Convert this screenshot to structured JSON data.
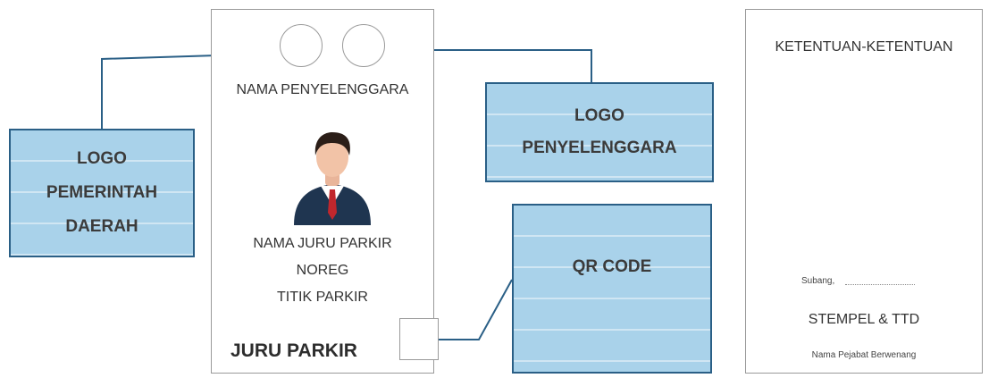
{
  "front_card": {
    "organizer_name": "NAMA PENYELENGGARA",
    "parking_attendant_name": "NAMA JURU PARKIR",
    "reg_number": "NOREG",
    "parking_point": "TITIK PARKIR",
    "card_title": "JURU PARKIR"
  },
  "callouts": {
    "regional_gov_logo": [
      "LOGO",
      "PEMERINTAH",
      "DAERAH"
    ],
    "organizer_logo": [
      "LOGO",
      "PENYELENGGARA"
    ],
    "qr_code": "QR CODE"
  },
  "back_card": {
    "title": "KETENTUAN-KETENTUAN",
    "place_date": "Subang,",
    "stamp_signature": "STEMPEL & TTD",
    "authorized_official": "Nama Pejabat Berwenang"
  },
  "colors": {
    "callout_fill": "#a9d2ea",
    "callout_border": "#2a5f86",
    "connector_line": "#2a5f86",
    "suit": "#1f3550",
    "tie": "#c0272d"
  },
  "icons": {
    "photo_placeholder": "person-avatar-icon"
  }
}
